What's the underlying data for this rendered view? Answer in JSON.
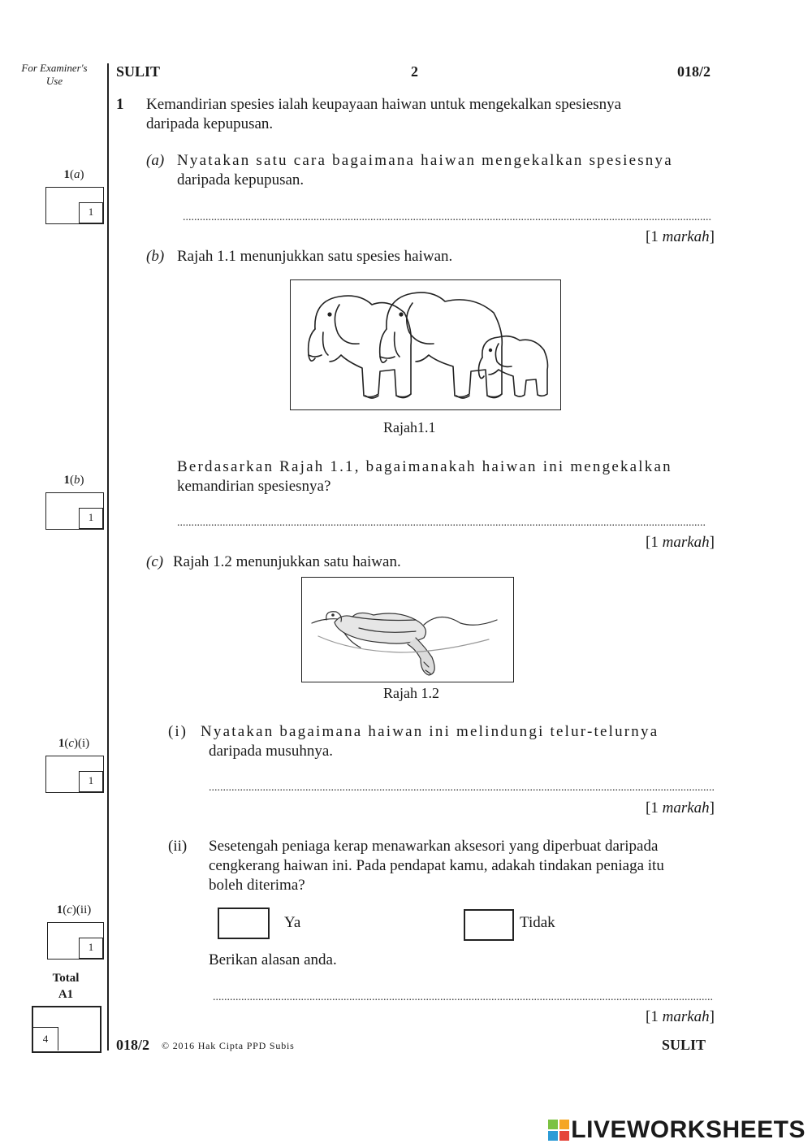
{
  "margin": {
    "examiner_note": "For Examiner's Use"
  },
  "header": {
    "left": "SULIT",
    "center": "2",
    "right": "018/2"
  },
  "question": {
    "number": "1",
    "intro_line1": "Kemandirian spesies ialah keupayaan haiwan untuk mengekalkan spesiesnya",
    "intro_line2": "daripada kepupusan.",
    "a": {
      "label": "(a)",
      "line1": "Nyatakan satu cara bagaimana haiwan mengekalkan spesiesnya",
      "line2": "daripada kepupusan.",
      "markah": "[1 markah]"
    },
    "b": {
      "label": "(b)",
      "text": "Rajah 1.1 menunjukkan satu spesies haiwan.",
      "figure_caption": "Rajah1.1",
      "line1": "Berdasarkan Rajah 1.1, bagaimanakah haiwan ini mengekalkan",
      "line2": "kemandirian spesiesnya?",
      "markah": "[1 markah]"
    },
    "c": {
      "label": "(c)",
      "text": "Rajah 1.2 menunjukkan satu haiwan.",
      "figure_caption": "Rajah 1.2",
      "i": {
        "label": "(i)",
        "line1": "Nyatakan bagaimana haiwan ini melindungi telur-telurnya",
        "line2": "daripada musuhnya.",
        "markah": "[1 markah]"
      },
      "ii": {
        "label": "(ii)",
        "line1": "Sesetengah peniaga kerap menawarkan aksesori yang diperbuat daripada",
        "line2": "cengkerang haiwan ini. Pada pendapat kamu, adakah tindakan peniaga itu",
        "line3": "boleh diterima?",
        "option_yes": "Ya",
        "option_no": "Tidak",
        "reason_prompt": "Berikan alasan anda.",
        "markah": "[1 markah]"
      }
    }
  },
  "examiner_boxes": {
    "a": {
      "label": "1(a)",
      "mark": "1"
    },
    "b": {
      "label": "1(b)",
      "mark": "1"
    },
    "ci": {
      "label": "1(c)(i)",
      "mark": "1"
    },
    "cii": {
      "label": "1(c)(ii)",
      "mark": "1"
    },
    "total_label1": "Total",
    "total_label2": "A1",
    "total_mark": "4"
  },
  "footer": {
    "code": "018/2",
    "copyright": "© 2016 Hak Cipta PPD Subis",
    "right": "SULIT"
  },
  "brand": {
    "logo_letters": "LIVE",
    "name": "LIVEWORKSHEETS"
  },
  "colors": {
    "brand_green": "#7cc242",
    "brand_orange": "#f5a623",
    "brand_blue": "#2c9bd6",
    "brand_red": "#e5473b"
  }
}
